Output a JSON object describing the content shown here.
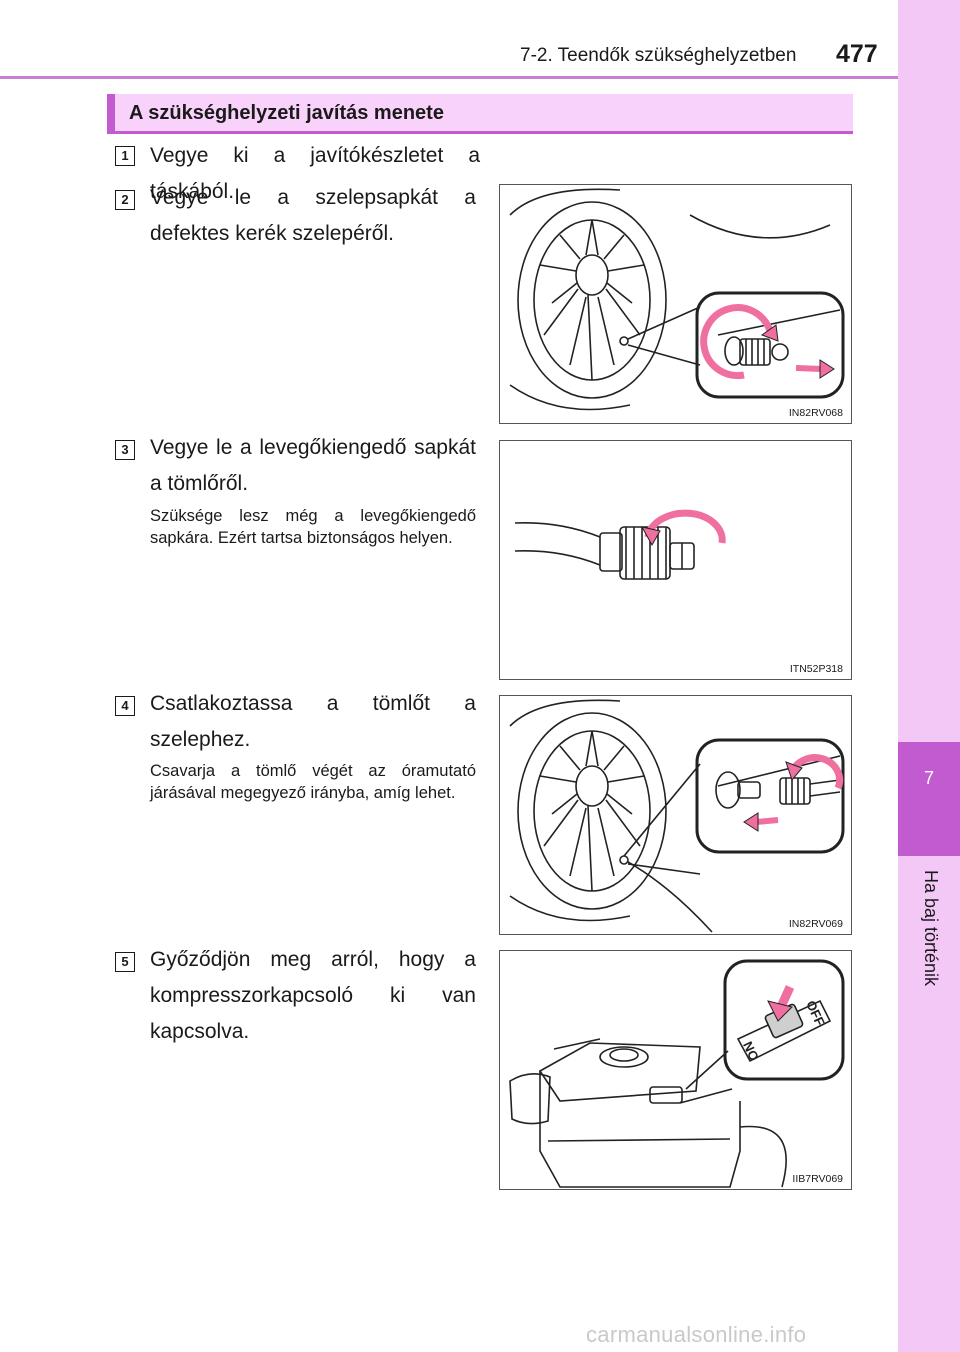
{
  "header": {
    "section": "7-2. Teendők szükséghelyzetben",
    "page_number": "477"
  },
  "side_tab": {
    "chapter_number": "7",
    "chapter_title": "Ha baj történik"
  },
  "section_heading": "A szükséghelyzeti javítás menete",
  "steps": [
    {
      "number": "1",
      "text": "Vegye ki a javítókészletet a táskából."
    },
    {
      "number": "2",
      "text": "Vegye le a szelepsapkát a defektes kerék szelepéről.",
      "figure_code": "IN82RV068"
    },
    {
      "number": "3",
      "text": "Vegye le a levegőkiengedő sapkát a tömlőről.",
      "note": "Szüksége lesz még a levegőkiengedő sapkára. Ezért tartsa biztonságos helyen.",
      "figure_code": "ITN52P318"
    },
    {
      "number": "4",
      "text": "Csatlakoztassa a tömlőt a szelephez.",
      "note": "Csavarja a tömlő végét az óramutató járásával megegyező irányba, amíg lehet.",
      "figure_code": "IN82RV069"
    },
    {
      "number": "5",
      "text": "Győződjön meg arról, hogy a kompresszorkapcsoló ki van kapcsolva.",
      "figure_code": "IIB7RV069",
      "switch_labels": {
        "on": "ON",
        "off": "OFF"
      }
    }
  ],
  "watermark": "carmanualsonline.info",
  "colors": {
    "accent": "#c25bd0",
    "tab": "#f3c7f6",
    "heading_bg": "#f9d2fb",
    "arrow": "#ee6fa0"
  }
}
